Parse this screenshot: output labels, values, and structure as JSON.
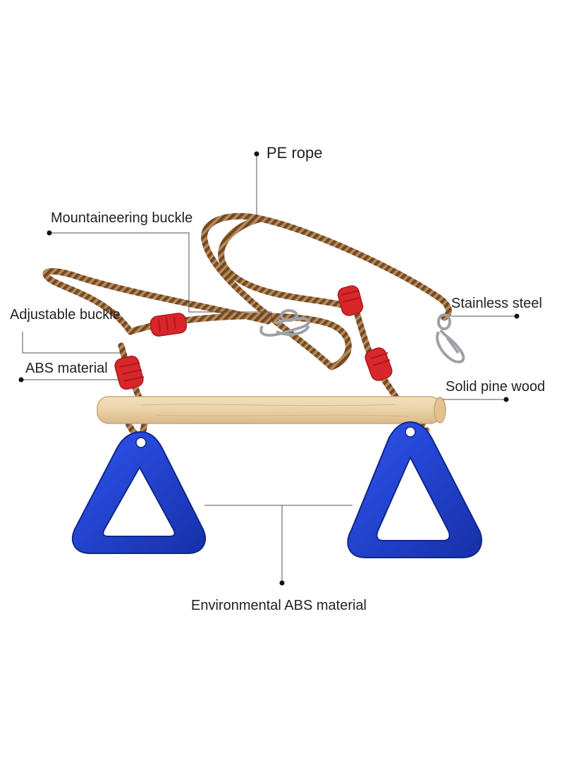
{
  "labels": {
    "pe_rope": "PE rope",
    "mountaineering_buckle": "Mountaineering buckle",
    "adjustable_buckle": "Adjustable buckle",
    "abs_material": "ABS material",
    "stainless_steel": "Stainless steel",
    "solid_pine_wood": "Solid pine wood",
    "environmental_abs": "Environmental ABS material"
  },
  "colors": {
    "rope": "#9a6b3e",
    "rope_dark": "#6e4622",
    "rope_light": "#c8a070",
    "buckle_red": "#d8262a",
    "wood": "#ecd2a8",
    "ring_blue": "#1f3fd0",
    "metal": "#b9bcc0",
    "leader": "#333333"
  },
  "icons": [
    "mountaineering-hook-icon",
    "steel-hook-icon"
  ]
}
